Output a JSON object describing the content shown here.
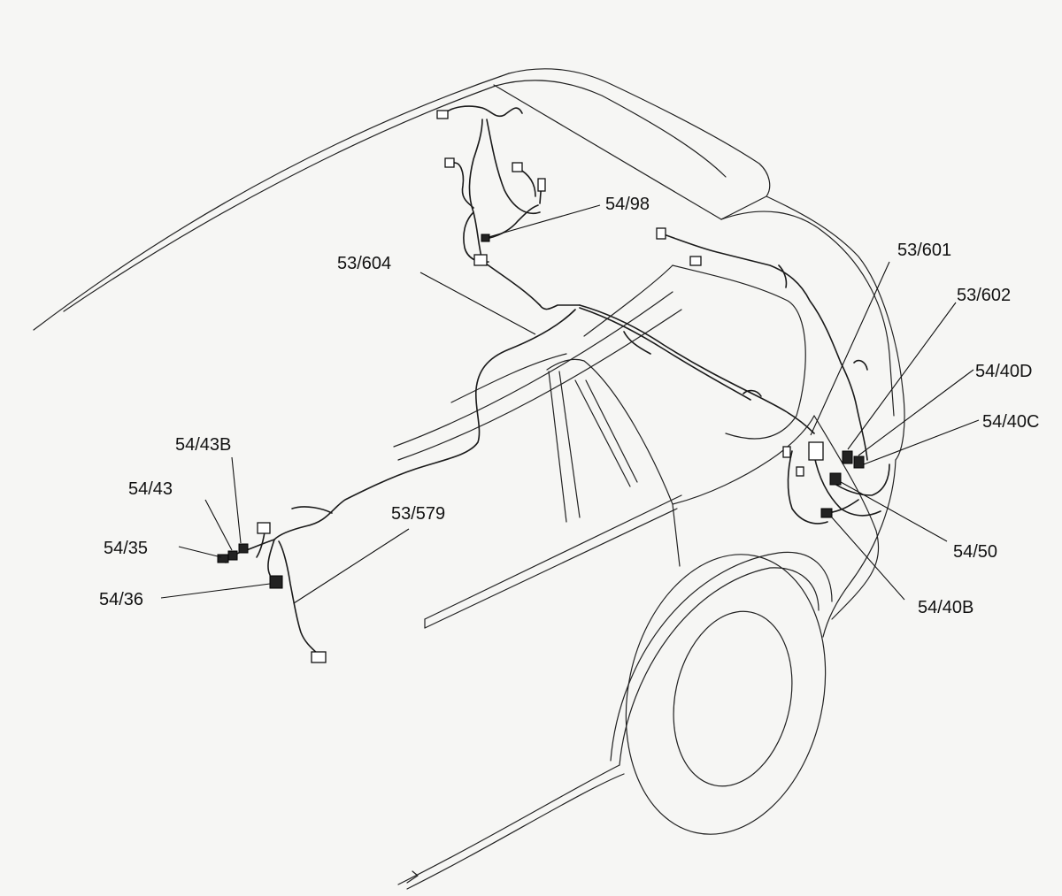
{
  "callouts": {
    "c54_98": "54/98",
    "c53_604": "53/604",
    "c53_601": "53/601",
    "c53_602": "53/602",
    "c54_40D": "54/40D",
    "c54_40C": "54/40C",
    "c54_43B": "54/43B",
    "c54_43": "54/43",
    "c54_35": "54/35",
    "c54_36": "54/36",
    "c53_579": "53/579",
    "c54_50": "54/50",
    "c54_40B": "54/40B"
  }
}
